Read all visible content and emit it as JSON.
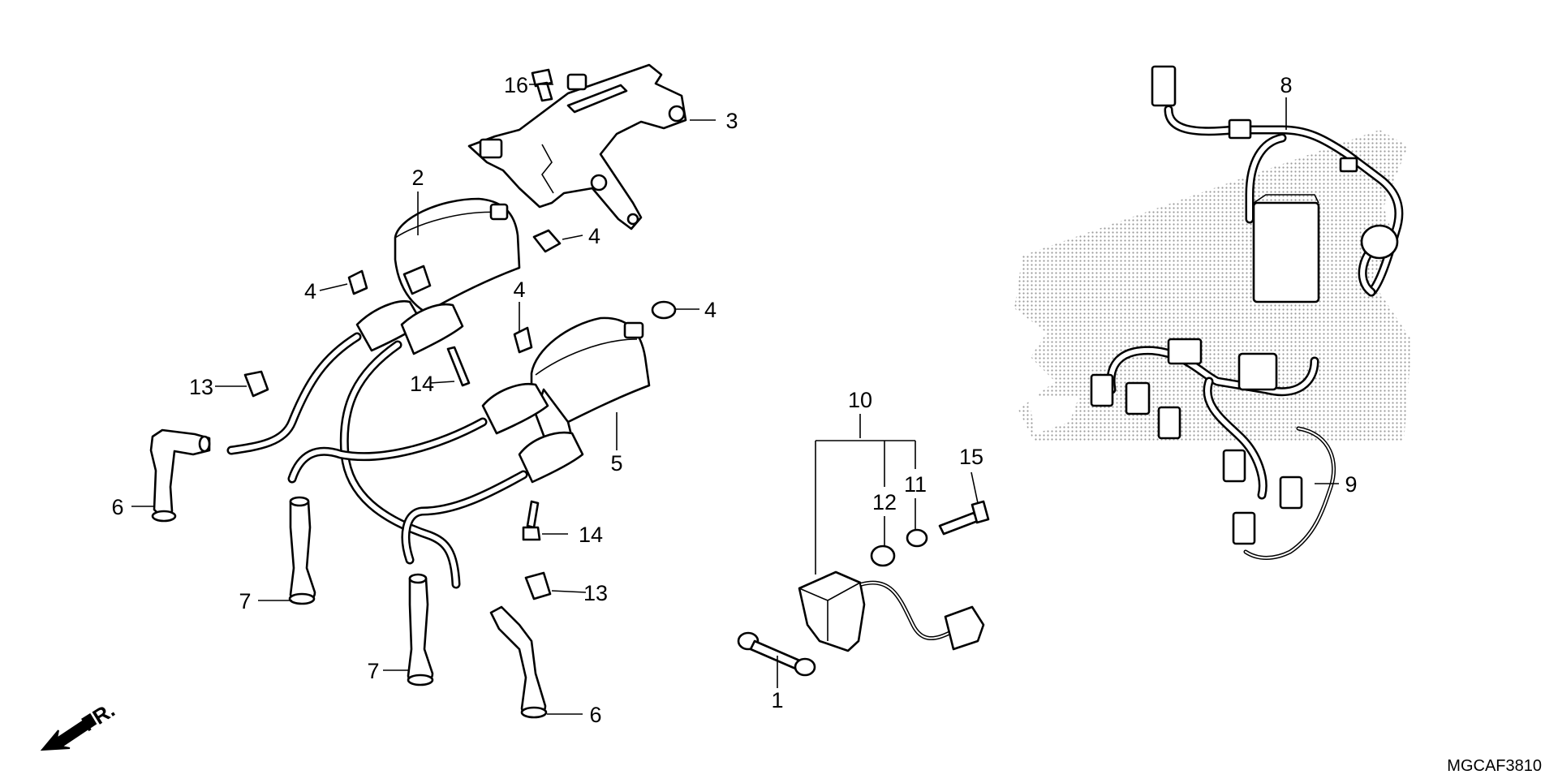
{
  "diagram": {
    "code": "MGCAF3810",
    "front_marker": "FR.",
    "callouts": [
      {
        "id": "c1",
        "label": "1"
      },
      {
        "id": "c2",
        "label": "2"
      },
      {
        "id": "c3",
        "label": "3"
      },
      {
        "id": "c4a",
        "label": "4"
      },
      {
        "id": "c4b",
        "label": "4"
      },
      {
        "id": "c4c",
        "label": "4"
      },
      {
        "id": "c4d",
        "label": "4"
      },
      {
        "id": "c5",
        "label": "5"
      },
      {
        "id": "c6a",
        "label": "6"
      },
      {
        "id": "c6b",
        "label": "6"
      },
      {
        "id": "c7a",
        "label": "7"
      },
      {
        "id": "c7b",
        "label": "7"
      },
      {
        "id": "c8",
        "label": "8"
      },
      {
        "id": "c9",
        "label": "9"
      },
      {
        "id": "c10",
        "label": "10"
      },
      {
        "id": "c11",
        "label": "11"
      },
      {
        "id": "c12",
        "label": "12"
      },
      {
        "id": "c13a",
        "label": "13"
      },
      {
        "id": "c13b",
        "label": "13"
      },
      {
        "id": "c14a",
        "label": "14"
      },
      {
        "id": "c14b",
        "label": "14"
      },
      {
        "id": "c15",
        "label": "15"
      },
      {
        "id": "c16",
        "label": "16"
      }
    ]
  },
  "colors": {
    "line": "#000000",
    "background": "#ffffff",
    "dot_fill": "#9a9a9a"
  }
}
